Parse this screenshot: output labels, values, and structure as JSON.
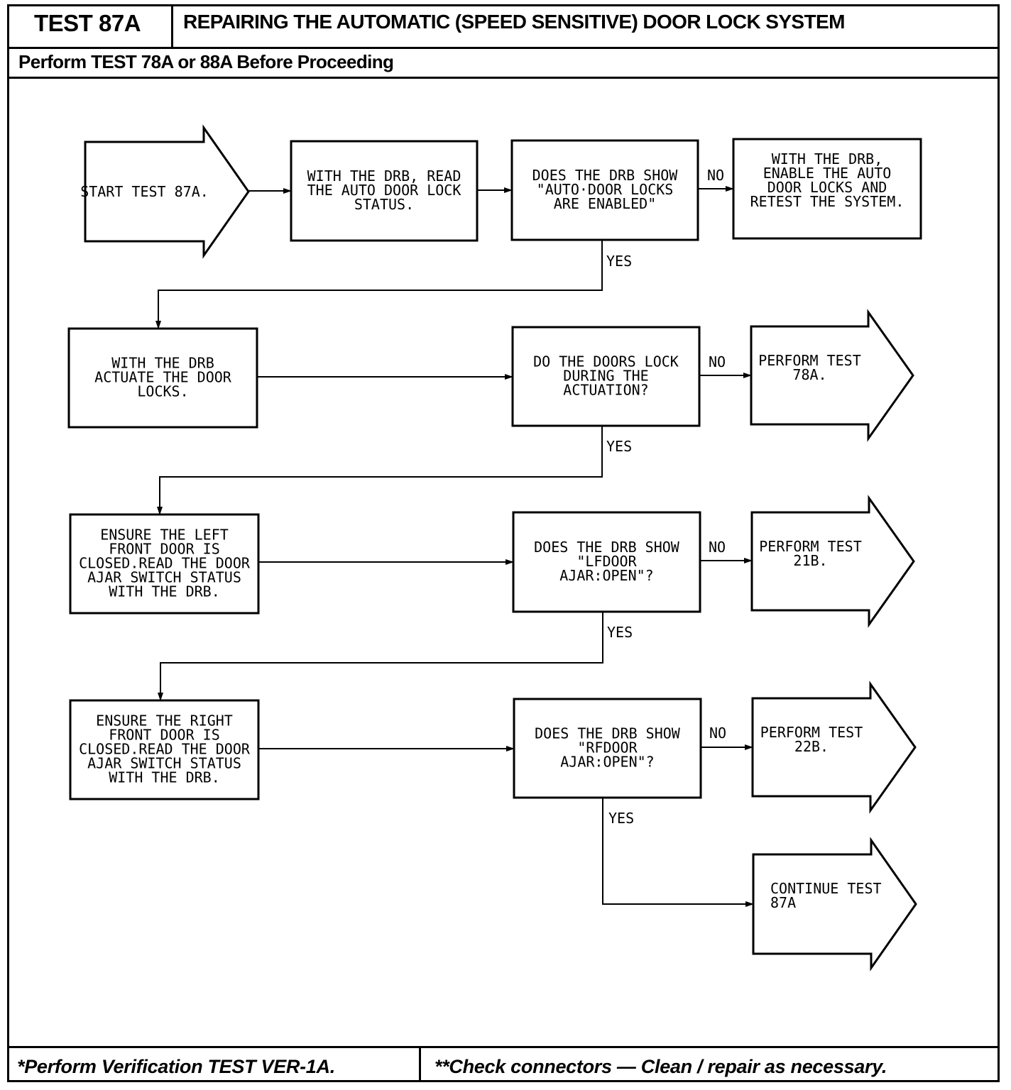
{
  "header": {
    "test_id": "TEST 87A",
    "title": "REPAIRING THE AUTOMATIC (SPEED SENSITIVE) DOOR LOCK SYSTEM",
    "subtitle": "Perform TEST 78A or 88A Before Proceeding"
  },
  "footer": {
    "left": "*Perform Verification TEST VER-1A.",
    "right": "**Check connectors — Clean / repair as necessary."
  },
  "flowchart": {
    "nodes": [
      {
        "id": "start",
        "shape": "arrow",
        "lines": [
          "START TEST 87A."
        ]
      },
      {
        "id": "read-status",
        "shape": "box",
        "lines": [
          "WITH THE DRB, READ",
          "THE AUTO DOOR LOCK",
          "STATUS."
        ]
      },
      {
        "id": "q-enabled",
        "shape": "box",
        "lines": [
          "DOES THE DRB SHOW",
          "\"AUTO·DOOR LOCKS",
          "ARE ENABLED\""
        ]
      },
      {
        "id": "enable-locks",
        "shape": "box",
        "lines": [
          "WITH THE DRB,",
          "ENABLE THE AUTO",
          "DOOR LOCKS AND",
          "RETEST THE SYSTEM."
        ]
      },
      {
        "id": "actuate",
        "shape": "box",
        "lines": [
          "WITH THE DRB",
          "ACTUATE THE DOOR",
          "LOCKS."
        ]
      },
      {
        "id": "q-lock",
        "shape": "box",
        "lines": [
          "DO THE DOORS LOCK",
          "DURING THE",
          "ACTUATION?"
        ]
      },
      {
        "id": "test-78a",
        "shape": "arrow",
        "lines": [
          "PERFORM TEST",
          "78A."
        ]
      },
      {
        "id": "left-door",
        "shape": "box",
        "lines": [
          "ENSURE THE LEFT",
          "FRONT DOOR IS",
          "CLOSED.READ THE DOOR",
          "AJAR SWITCH STATUS",
          "WITH THE DRB."
        ]
      },
      {
        "id": "q-lfdoor",
        "shape": "box",
        "lines": [
          "DOES THE DRB SHOW",
          "\"LFDOOR",
          "AJAR:OPEN\"?"
        ]
      },
      {
        "id": "test-21b",
        "shape": "arrow",
        "lines": [
          "PERFORM TEST",
          "21B."
        ]
      },
      {
        "id": "right-door",
        "shape": "box",
        "lines": [
          "ENSURE THE RIGHT",
          "FRONT DOOR IS",
          "CLOSED.READ THE DOOR",
          "AJAR SWITCH STATUS",
          "WITH THE DRB."
        ]
      },
      {
        "id": "q-rfdoor",
        "shape": "box",
        "lines": [
          "DOES THE DRB SHOW",
          "\"RFDOOR",
          "AJAR:OPEN\"?"
        ]
      },
      {
        "id": "test-22b",
        "shape": "arrow",
        "lines": [
          "PERFORM TEST",
          "22B."
        ]
      },
      {
        "id": "continue",
        "shape": "arrow",
        "lines": [
          "CONTINUE TEST",
          "87A"
        ]
      }
    ],
    "edges": [
      {
        "from": "start",
        "to": "read-status",
        "label": ""
      },
      {
        "from": "read-status",
        "to": "q-enabled",
        "label": ""
      },
      {
        "from": "q-enabled",
        "to": "enable-locks",
        "label": "NO"
      },
      {
        "from": "q-enabled",
        "to": "actuate",
        "label": "YES"
      },
      {
        "from": "actuate",
        "to": "q-lock",
        "label": ""
      },
      {
        "from": "q-lock",
        "to": "test-78a",
        "label": "NO"
      },
      {
        "from": "q-lock",
        "to": "left-door",
        "label": "YES"
      },
      {
        "from": "left-door",
        "to": "q-lfdoor",
        "label": ""
      },
      {
        "from": "q-lfdoor",
        "to": "test-21b",
        "label": "NO"
      },
      {
        "from": "q-lfdoor",
        "to": "right-door",
        "label": "YES"
      },
      {
        "from": "right-door",
        "to": "q-rfdoor",
        "label": ""
      },
      {
        "from": "q-rfdoor",
        "to": "test-22b",
        "label": "NO"
      },
      {
        "from": "q-rfdoor",
        "to": "continue",
        "label": "YES"
      }
    ]
  }
}
